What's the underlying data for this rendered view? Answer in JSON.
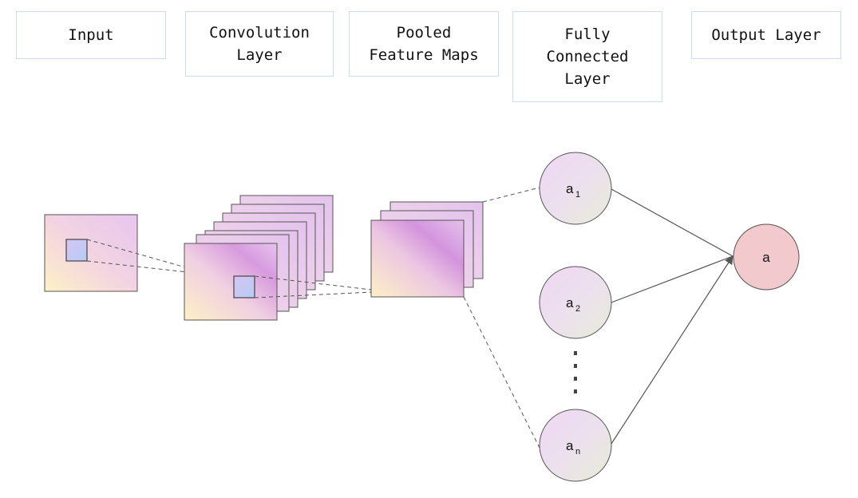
{
  "labels": {
    "input": "Input",
    "convolution": "Convolution\nLayer",
    "pooled": "Pooled\nFeature Maps",
    "fully_connected": "Fully\nConnected\nLayer",
    "output": "Output Layer"
  },
  "nodes": {
    "a1": {
      "base": "a",
      "sub": "1"
    },
    "a2": {
      "base": "a",
      "sub": "2"
    },
    "an": {
      "base": "a",
      "sub": "n"
    },
    "output": {
      "base": "a"
    }
  },
  "colors": {
    "label_border": "#c9dcf2",
    "feature_map_purple": "#d9a4e0",
    "feature_map_yellow": "#fdf0c8",
    "kernel_blue": "#b9c9f5",
    "hidden_node_fill": "#eadcf0",
    "output_node_fill": "#f2c9cc",
    "line": "#555555"
  }
}
